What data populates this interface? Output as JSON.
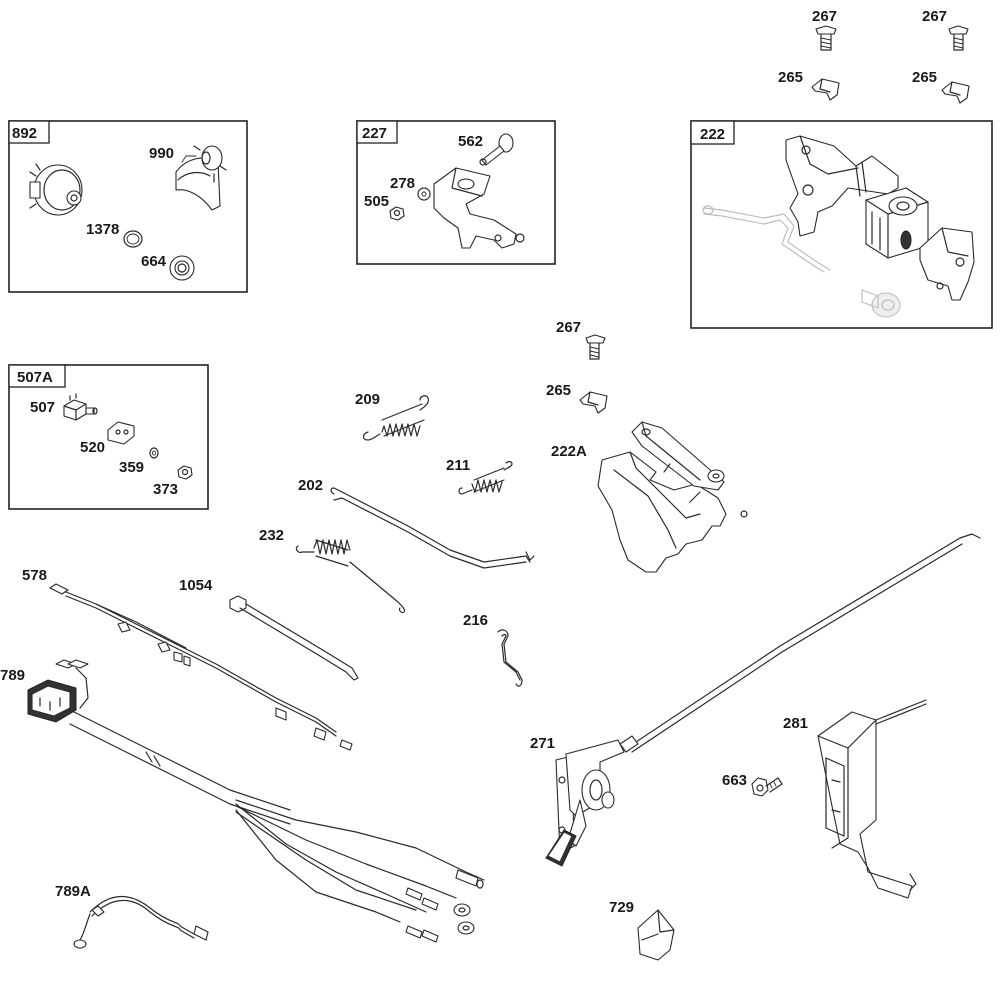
{
  "labels": {
    "p267a": "267",
    "p267b": "267",
    "p265a": "265",
    "p265b": "265",
    "p892": "892",
    "p990": "990",
    "p1378": "1378",
    "p664": "664",
    "p227": "227",
    "p562": "562",
    "p278": "278",
    "p505": "505",
    "p222": "222",
    "p507A": "507A",
    "p507": "507",
    "p520": "520",
    "p359": "359",
    "p373": "373",
    "p209": "209",
    "p211": "211",
    "p202": "202",
    "p232": "232",
    "p267c": "267",
    "p265c": "265",
    "p222A": "222A",
    "p578": "578",
    "p1054": "1054",
    "p789": "789",
    "p216": "216",
    "p271": "271",
    "p281": "281",
    "p663": "663",
    "p789A": "789A",
    "p729": "729"
  },
  "icons": [
    "ignition-switch-icon",
    "key-icon",
    "snap-ring-icon",
    "bushing-icon",
    "bracket-icon",
    "pin-icon",
    "washer-icon",
    "nut-icon",
    "governor-control-bracket-icon",
    "solenoid-icon",
    "link-rod-icon",
    "interlock-switch-icon",
    "spring-icon",
    "wire-harness-icon",
    "cable-tie-icon",
    "throttle-control-icon",
    "control-cable-icon",
    "cable-clamp-icon",
    "screw-icon",
    "knob-icon"
  ]
}
